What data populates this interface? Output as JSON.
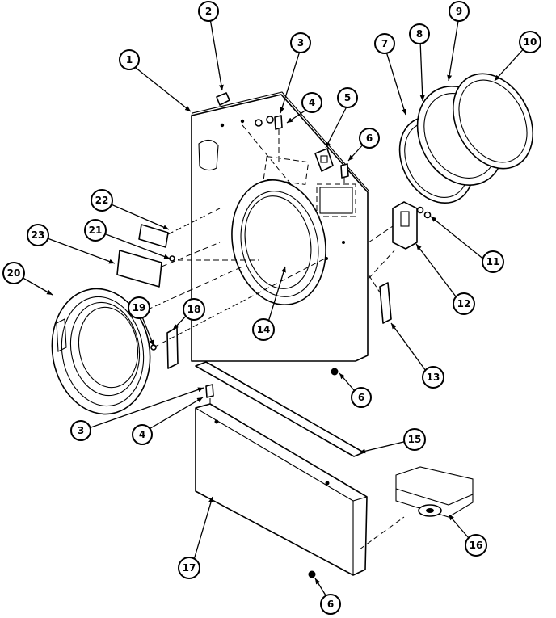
{
  "callouts": [
    "1",
    "2",
    "3",
    "4",
    "5",
    "6",
    "7",
    "8",
    "9",
    "10",
    "11",
    "12",
    "13",
    "14",
    "15",
    "16",
    "17",
    "18",
    "19",
    "20",
    "21",
    "22",
    "23",
    "3",
    "4",
    "6",
    "6"
  ],
  "colors": {
    "ink": "#000000",
    "paper": "#ffffff"
  }
}
